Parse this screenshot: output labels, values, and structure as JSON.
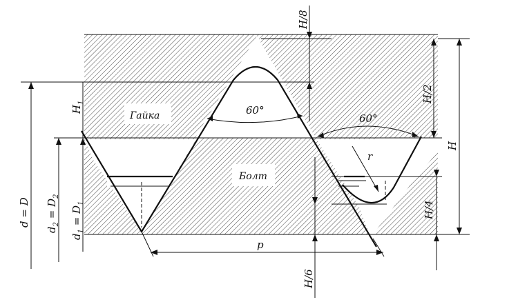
{
  "labels": {
    "nut": "Гайка",
    "bolt": "Болт",
    "angle_top": "60°",
    "angle_right": "60°",
    "radius": "r",
    "pitch": "p",
    "h8": "H/8",
    "h2": "H/2",
    "h": "H",
    "h4": "H/4",
    "h6": "H/6",
    "h1": "H",
    "h1_sub": "1",
    "d_major": "d = D",
    "d2_base": "d",
    "d2_sub": "2",
    "d2_eq": " = D",
    "d2_sub2": "2",
    "d1_base": "d",
    "d1_sub": "1",
    "d1_eq": " = D",
    "d1_sub2": "1"
  }
}
